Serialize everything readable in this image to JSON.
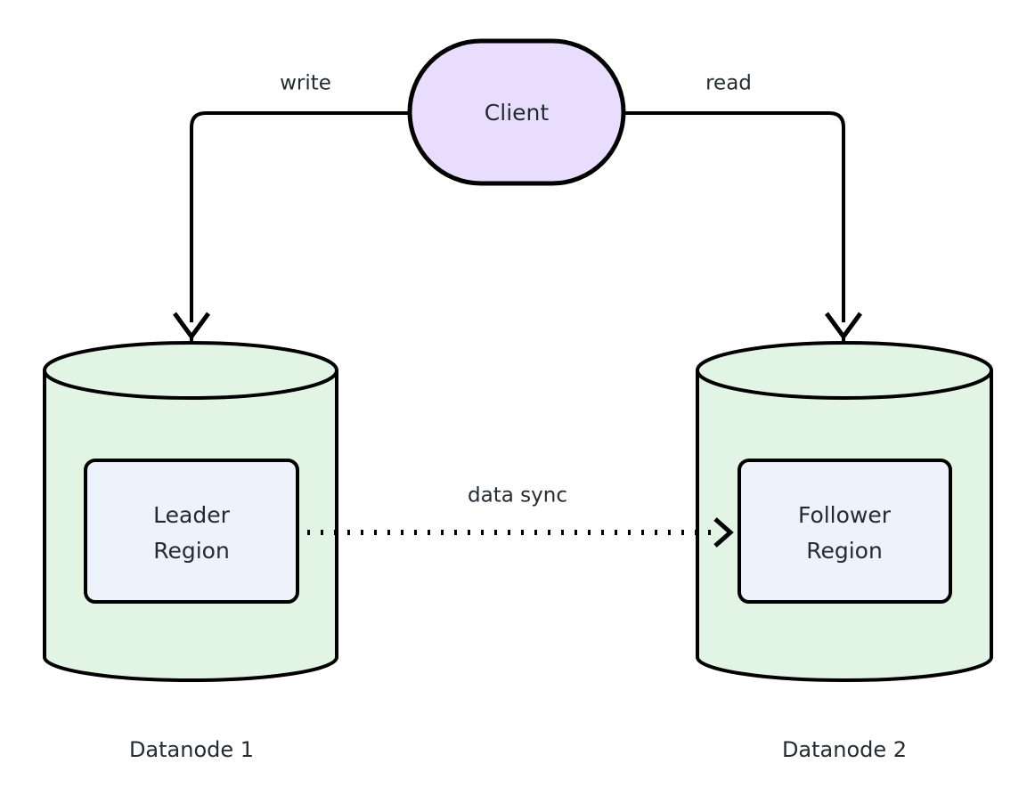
{
  "diagram": {
    "type": "architecture-flow",
    "background": "#ffffff",
    "stroke_color": "#000000",
    "text_color": "#232b33",
    "nodes": [
      {
        "id": "client",
        "label": "Client",
        "shape": "stadium",
        "fill": "#e8ddfc"
      },
      {
        "id": "datanode1",
        "label": "Datanode 1",
        "shape": "cylinder",
        "fill": "#e2f4e4",
        "inner": {
          "id": "leader-region",
          "label_line1": "Leader",
          "label_line2": "Region",
          "fill": "#eef2fb"
        }
      },
      {
        "id": "datanode2",
        "label": "Datanode 2",
        "shape": "cylinder",
        "fill": "#e2f4e4",
        "inner": {
          "id": "follower-region",
          "label_line1": "Follower",
          "label_line2": "Region",
          "fill": "#eef2fb"
        }
      }
    ],
    "edges": [
      {
        "id": "write-edge",
        "label": "write",
        "from": "client",
        "to": "datanode1",
        "style": "solid",
        "arrow": "open"
      },
      {
        "id": "read-edge",
        "label": "read",
        "from": "client",
        "to": "datanode2",
        "style": "solid",
        "arrow": "open"
      },
      {
        "id": "data-sync-edge",
        "label": "data sync",
        "from": "leader-region",
        "to": "follower-region",
        "style": "dotted",
        "arrow": "open"
      }
    ]
  }
}
